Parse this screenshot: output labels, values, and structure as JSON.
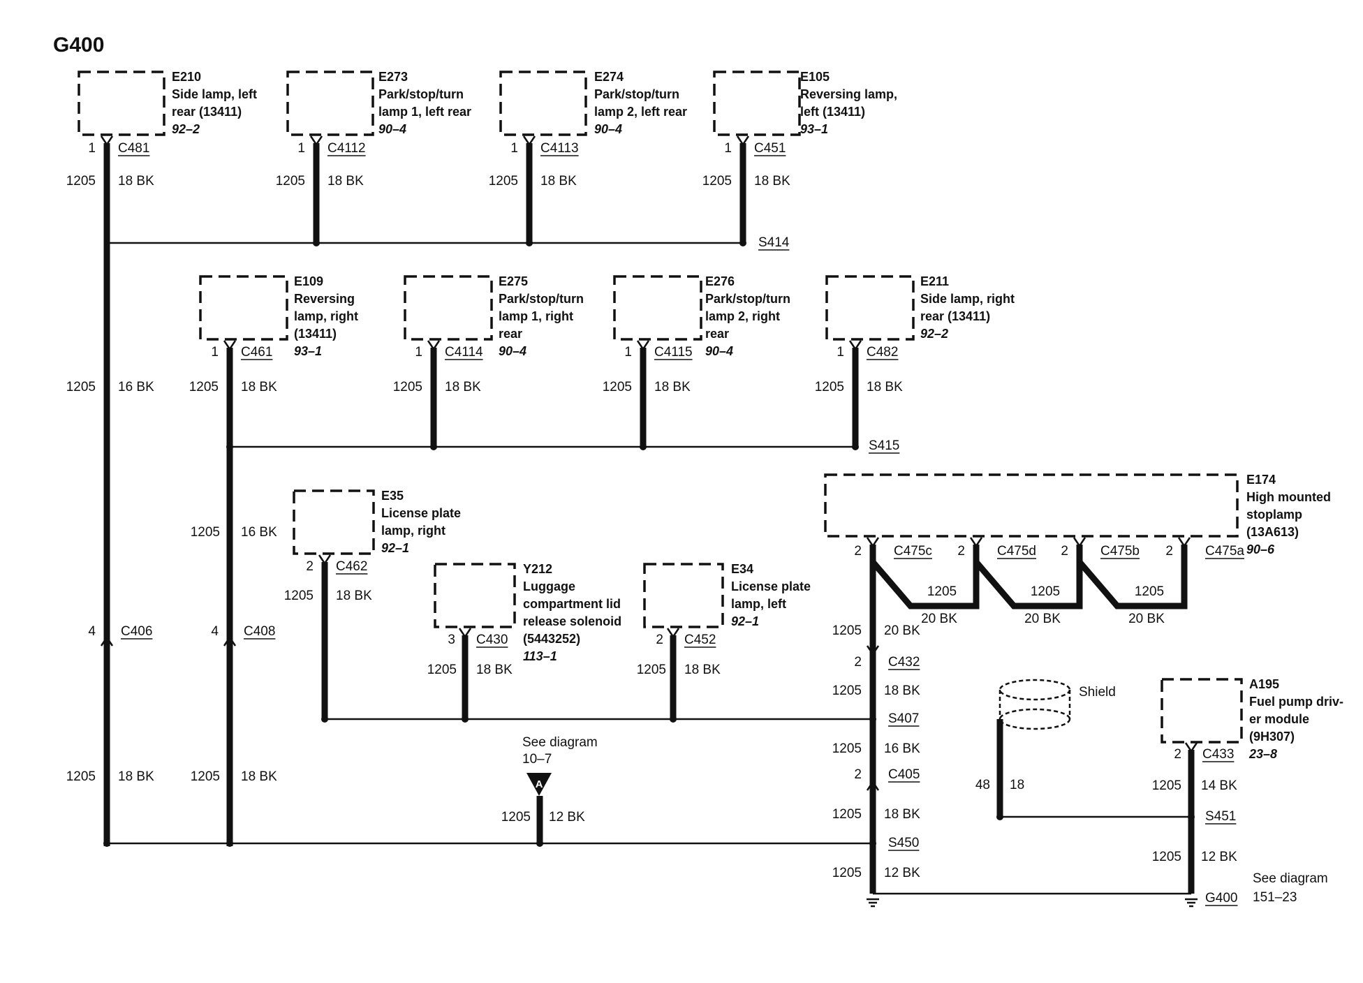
{
  "title": "G400",
  "boxes": {
    "E210": {
      "code": "E210",
      "lines": [
        "Side lamp, left",
        "rear (13411)"
      ],
      "ref": "92–2"
    },
    "E273": {
      "code": "E273",
      "lines": [
        "Park/stop/turn",
        "lamp 1, left rear"
      ],
      "ref": "90–4"
    },
    "E274": {
      "code": "E274",
      "lines": [
        "Park/stop/turn",
        "lamp 2, left rear"
      ],
      "ref": "90–4"
    },
    "E105": {
      "code": "E105",
      "lines": [
        "Reversing lamp,",
        "left (13411)"
      ],
      "ref": "93–1"
    },
    "E109": {
      "code": "E109",
      "lines": [
        "Reversing",
        "lamp, right",
        "(13411)"
      ],
      "ref": "93–1"
    },
    "E275": {
      "code": "E275",
      "lines": [
        "Park/stop/turn",
        "lamp 1, right",
        "rear"
      ],
      "ref": "90–4"
    },
    "E276": {
      "code": "E276",
      "lines": [
        "Park/stop/turn",
        "lamp 2, right",
        "rear"
      ],
      "ref": "90–4"
    },
    "E211": {
      "code": "E211",
      "lines": [
        "Side lamp, right",
        "rear (13411)"
      ],
      "ref": "92–2"
    },
    "E35": {
      "code": "E35",
      "lines": [
        "License plate",
        "lamp, right"
      ],
      "ref": "92–1"
    },
    "Y212": {
      "code": "Y212",
      "lines": [
        "Luggage",
        "compartment lid",
        "release solenoid",
        "(5443252)"
      ],
      "ref": "113–1"
    },
    "E34": {
      "code": "E34",
      "lines": [
        "License plate",
        "lamp, left"
      ],
      "ref": "92–1"
    },
    "E174": {
      "code": "E174",
      "lines": [
        "High mounted",
        "stoplamp",
        "(13A613)"
      ],
      "ref": "90–6"
    },
    "A195": {
      "code": "A195",
      "lines": [
        "Fuel pump driv-",
        "er module",
        "(9H307)"
      ],
      "ref": "23–8"
    }
  },
  "connectors": {
    "C481": "C481",
    "C4112": "C4112",
    "C4113": "C4113",
    "C451": "C451",
    "C461": "C461",
    "C4114": "C4114",
    "C4115": "C4115",
    "C482": "C482",
    "C462": "C462",
    "C430": "C430",
    "C452": "C452",
    "C475c": "C475c",
    "C475d": "C475d",
    "C475b": "C475b",
    "C475a": "C475a",
    "C406": "C406",
    "C408": "C408",
    "C432": "C432",
    "C405": "C405",
    "C433": "C433"
  },
  "splices": {
    "S414": "S414",
    "S415": "S415",
    "S407": "S407",
    "S450": "S450",
    "S451": "S451",
    "G400": "G400"
  },
  "pins": {
    "p1": "1",
    "p2": "2",
    "p3": "3",
    "p4": "4",
    "p48": "48"
  },
  "circuit": "1205",
  "wires": {
    "w18": "18 BK",
    "w16": "16 BK",
    "w20": "20 BK",
    "w14": "14 BK",
    "w12": "12 BK",
    "w18plain": "18"
  },
  "shield_label": "Shield",
  "see_diagram_a": {
    "label": "See diagram",
    "ref": "10–7",
    "marker": "A"
  },
  "see_diagram_g": {
    "label": "See diagram",
    "ref": "151–23"
  }
}
